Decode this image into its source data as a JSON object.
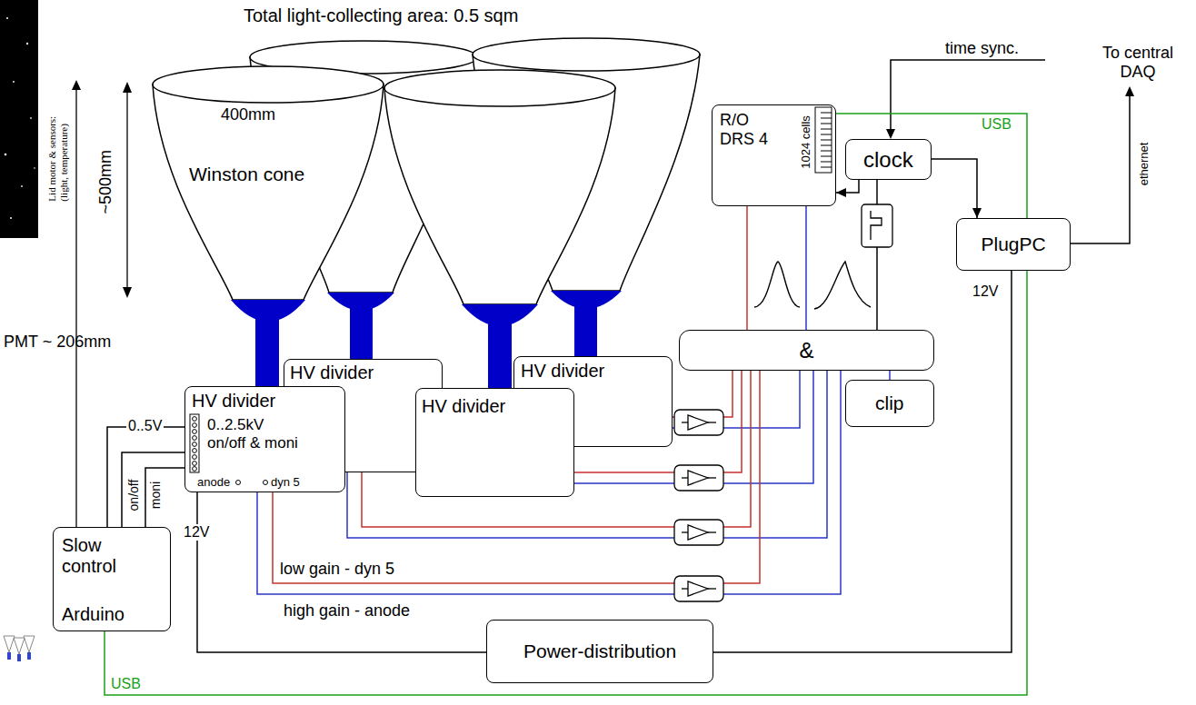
{
  "diagram": {
    "nodes": [
      {
        "text": [
          "R/O DRS 4",
          "1024 cells"
        ]
      },
      {
        "text": [
          "clock"
        ]
      },
      {
        "text": [
          "PlugPC"
        ]
      },
      {
        "text": [
          "&"
        ]
      },
      {
        "text": [
          "clip"
        ]
      },
      {
        "text": [
          "HV divider"
        ]
      },
      {
        "text": [
          "HV divider"
        ]
      },
      {
        "text": [
          "HV divider",
          "0..2.5kV on/off & moni",
          "anode",
          "dyn 5"
        ]
      },
      {
        "text": [
          "HV divider"
        ]
      },
      {
        "text": [
          "Slow control",
          "Arduino"
        ]
      },
      {
        "text": [
          "Power-distribution"
        ]
      }
    ],
    "edges": [
      {
        "from": 1,
        "to": 0,
        "arrow": "to"
      },
      {
        "from": 1,
        "to": 2,
        "arrow": "to"
      },
      {
        "from": 3,
        "to": 0,
        "arrow": "none"
      },
      {
        "from": 3,
        "to": 0,
        "arrow": "none"
      },
      {
        "from": 3,
        "to": 1,
        "arrow": "none"
      },
      {
        "from": 4,
        "to": 3,
        "arrow": "none"
      },
      {
        "from": 6,
        "to": 3,
        "arrow": "none"
      },
      {
        "from": 6,
        "to": 3,
        "arrow": "none"
      },
      {
        "from": 8,
        "to": 3,
        "arrow": "none"
      },
      {
        "from": 8,
        "to": 3,
        "arrow": "none"
      },
      {
        "from": 5,
        "to": 3,
        "arrow": "none"
      },
      {
        "from": 5,
        "to": 3,
        "arrow": "none"
      },
      {
        "from": 7,
        "to": 3,
        "arrow": "none"
      },
      {
        "from": 7,
        "to": 3,
        "arrow": "none"
      },
      {
        "from": 9,
        "to": 7,
        "label": "0..5V",
        "arrow": "none"
      },
      {
        "from": 9,
        "to": 7,
        "label": "on/off",
        "arrow": "none"
      },
      {
        "from": 9,
        "to": 7,
        "label": "moni",
        "arrow": "none"
      },
      {
        "from": 0,
        "to": 2,
        "label": "USB",
        "arrow": "none"
      },
      {
        "from": 9,
        "to": 2,
        "label": "USB",
        "arrow": "none"
      },
      {
        "from": 10,
        "to": 7,
        "label": "12V",
        "arrow": "none"
      },
      {
        "from": 10,
        "to": 2,
        "label": "12V",
        "arrow": "none"
      }
    ],
    "labels": [
      "Total light-collecting area: 0.5 sqm",
      "400mm",
      "Winston cone",
      "~500mm",
      "PMT ~ 206mm",
      "time sync.",
      "To central DAQ",
      "ethernet",
      "Lid motor & sensors: (light, temperature)",
      "low gain - dyn 5",
      "high gain - anode"
    ]
  }
}
